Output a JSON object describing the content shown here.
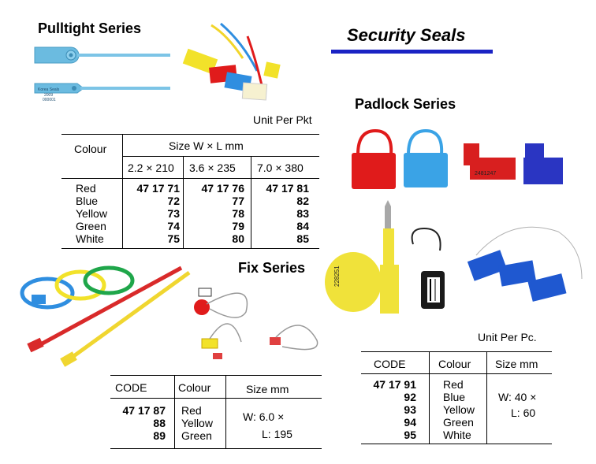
{
  "page_title": "Security Seals",
  "pulltight": {
    "title": "Pulltight Series",
    "unit": "Unit Per Pkt",
    "colour_header": "Colour",
    "size_header": "Size W × L mm",
    "sizes": [
      "2.2 × 210",
      "3.6 × 235",
      "7.0 × 380"
    ],
    "colours": [
      "Red",
      "Blue",
      "Yellow",
      "Green",
      "White"
    ],
    "codes": [
      [
        "47 17 71",
        "72",
        "73",
        "74",
        "75"
      ],
      [
        "47 17 76",
        "77",
        "78",
        "79",
        "80"
      ],
      [
        "47 17 81",
        "82",
        "83",
        "84",
        "85"
      ]
    ],
    "seal_colors": [
      "#6bbbe0",
      "#6bbbe0"
    ],
    "seal_label_lines": [
      "Korea Seals",
      "2009",
      "000001"
    ]
  },
  "fix": {
    "title": "Fix Series",
    "code_header": "CODE",
    "colour_header": "Colour",
    "size_header": "Size mm",
    "codes": [
      "47 17 87",
      "88",
      "89"
    ],
    "colours": [
      "Red",
      "Yellow",
      "Green"
    ],
    "size_w": "W: 6.0 ×",
    "size_l": "L: 195"
  },
  "padlock": {
    "title": "Padlock Series",
    "unit": "Unit Per Pc.",
    "code_header": "CODE",
    "colour_header": "Colour",
    "size_header": "Size mm",
    "codes": [
      "47 17 91",
      "92",
      "93",
      "94",
      "95"
    ],
    "colours": [
      "Red",
      "Blue",
      "Yellow",
      "Green",
      "White"
    ],
    "size_w": "W: 40 ×",
    "size_l": "L: 60",
    "bolt_serial": "228251"
  },
  "colors": {
    "rule_blue": "#1a23c4",
    "seal_blue": "#6bbbe0",
    "red": "#e01b1b",
    "blue": "#2f8ee0",
    "yellow": "#f2e22a",
    "green": "#1fa64a"
  }
}
